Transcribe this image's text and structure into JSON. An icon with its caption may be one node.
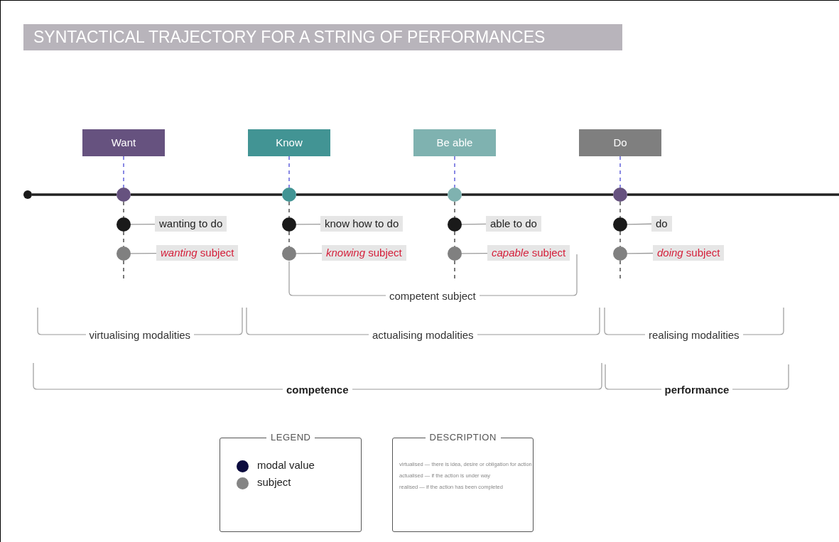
{
  "diagram": {
    "title": "SYNTACTICAL TRAJECTORY FOR A STRING OF PERFORMANCES",
    "nodes": [
      {
        "text": [],
        "shape": "circle"
      },
      {
        "text": [
          "Want"
        ]
      },
      {
        "text": [],
        "shape": "circle"
      },
      {
        "text": [],
        "shape": "circle"
      },
      {
        "text": [
          "wanting to do"
        ]
      },
      {
        "text": [],
        "shape": "circle"
      },
      {
        "text": [
          "*wanting* subject"
        ]
      },
      {
        "text": [
          "Know"
        ]
      },
      {
        "text": [],
        "shape": "circle"
      },
      {
        "text": [],
        "shape": "circle"
      },
      {
        "text": [
          "know how to do"
        ]
      },
      {
        "text": [],
        "shape": "circle"
      },
      {
        "text": [
          "*knowing* subject"
        ]
      },
      {
        "text": [
          "Be able"
        ]
      },
      {
        "text": [],
        "shape": "circle"
      },
      {
        "text": [],
        "shape": "circle"
      },
      {
        "text": [
          "able to do"
        ]
      },
      {
        "text": [],
        "shape": "circle"
      },
      {
        "text": [
          "*capable* subject"
        ]
      },
      {
        "text": [
          "Do"
        ]
      },
      {
        "text": [],
        "shape": "circle"
      },
      {
        "text": [],
        "shape": "circle"
      },
      {
        "text": [
          "do"
        ]
      },
      {
        "text": [],
        "shape": "circle"
      },
      {
        "text": [
          "*doing* subject"
        ]
      }
    ],
    "edges": [
      {
        "from": 1,
        "to": 2,
        "arrow": "none",
        "style": "dashed",
        "color": "#4a4ad6"
      },
      {
        "from": 2,
        "to": 3,
        "arrow": "none",
        "style": "dashed"
      },
      {
        "from": 3,
        "to": 5,
        "arrow": "none",
        "style": "dashed"
      },
      {
        "from": 5,
        "to": null,
        "arrow": "none",
        "style": "dashed"
      },
      {
        "from": 3,
        "to": 4,
        "arrow": "none",
        "color": "#9a9a9a"
      },
      {
        "from": 5,
        "to": 6,
        "arrow": "none",
        "color": "#9a9a9a"
      },
      {
        "from": 7,
        "to": 8,
        "arrow": "none",
        "style": "dashed",
        "color": "#4a4ad6"
      },
      {
        "from": 8,
        "to": 9,
        "arrow": "none",
        "style": "dashed"
      },
      {
        "from": 9,
        "to": 11,
        "arrow": "none",
        "style": "dashed"
      },
      {
        "from": 9,
        "to": 10,
        "arrow": "none",
        "color": "#9a9a9a"
      },
      {
        "from": 11,
        "to": 12,
        "arrow": "none",
        "color": "#9a9a9a"
      },
      {
        "from": 13,
        "to": 14,
        "arrow": "none",
        "style": "dashed",
        "color": "#4a4ad6"
      },
      {
        "from": 14,
        "to": 15,
        "arrow": "none",
        "style": "dashed"
      },
      {
        "from": 15,
        "to": 17,
        "arrow": "none",
        "style": "dashed"
      },
      {
        "from": 17,
        "to": null,
        "arrow": "none",
        "style": "dashed"
      },
      {
        "from": 15,
        "to": 16,
        "arrow": "none",
        "color": "#9a9a9a"
      },
      {
        "from": 17,
        "to": 18,
        "arrow": "none",
        "color": "#9a9a9a"
      },
      {
        "from": 19,
        "to": 20,
        "arrow": "none",
        "style": "dashed",
        "color": "#4a4ad6"
      },
      {
        "from": 20,
        "to": 21,
        "arrow": "none",
        "style": "dashed"
      },
      {
        "from": 21,
        "to": 23,
        "arrow": "none",
        "style": "dashed"
      },
      {
        "from": 23,
        "to": null,
        "arrow": "none",
        "style": "dashed"
      },
      {
        "from": 21,
        "to": 22,
        "arrow": "none",
        "color": "#9a9a9a"
      },
      {
        "from": 23,
        "to": 24,
        "arrow": "none",
        "color": "#9a9a9a"
      },
      {
        "from": 0,
        "to": 2,
        "arrow": "none",
        "style": "thick"
      },
      {
        "from": 2,
        "to": 8,
        "arrow": "none",
        "style": "thick"
      },
      {
        "from": 8,
        "to": 14,
        "arrow": "none",
        "style": "thick"
      },
      {
        "from": 14,
        "to": 20,
        "arrow": "none",
        "style": "thick"
      },
      {
        "from": 20,
        "to": null,
        "arrow": "none",
        "style": "thick"
      }
    ],
    "labels": [
      "competent subject",
      "virtualising modalities",
      "actualising modalities",
      "realising modalities",
      "competence",
      "performance",
      "LEGEND",
      "DESCRIPTION",
      "virtualised — there is idea, desire or obligation for action",
      "actualised — if the action is under way",
      "realised — if the action has been completed"
    ],
    "legend": [
      {
        "text": "modal value",
        "color": "#0b0b3e"
      },
      {
        "text": "subject",
        "color": "#858585"
      }
    ]
  }
}
